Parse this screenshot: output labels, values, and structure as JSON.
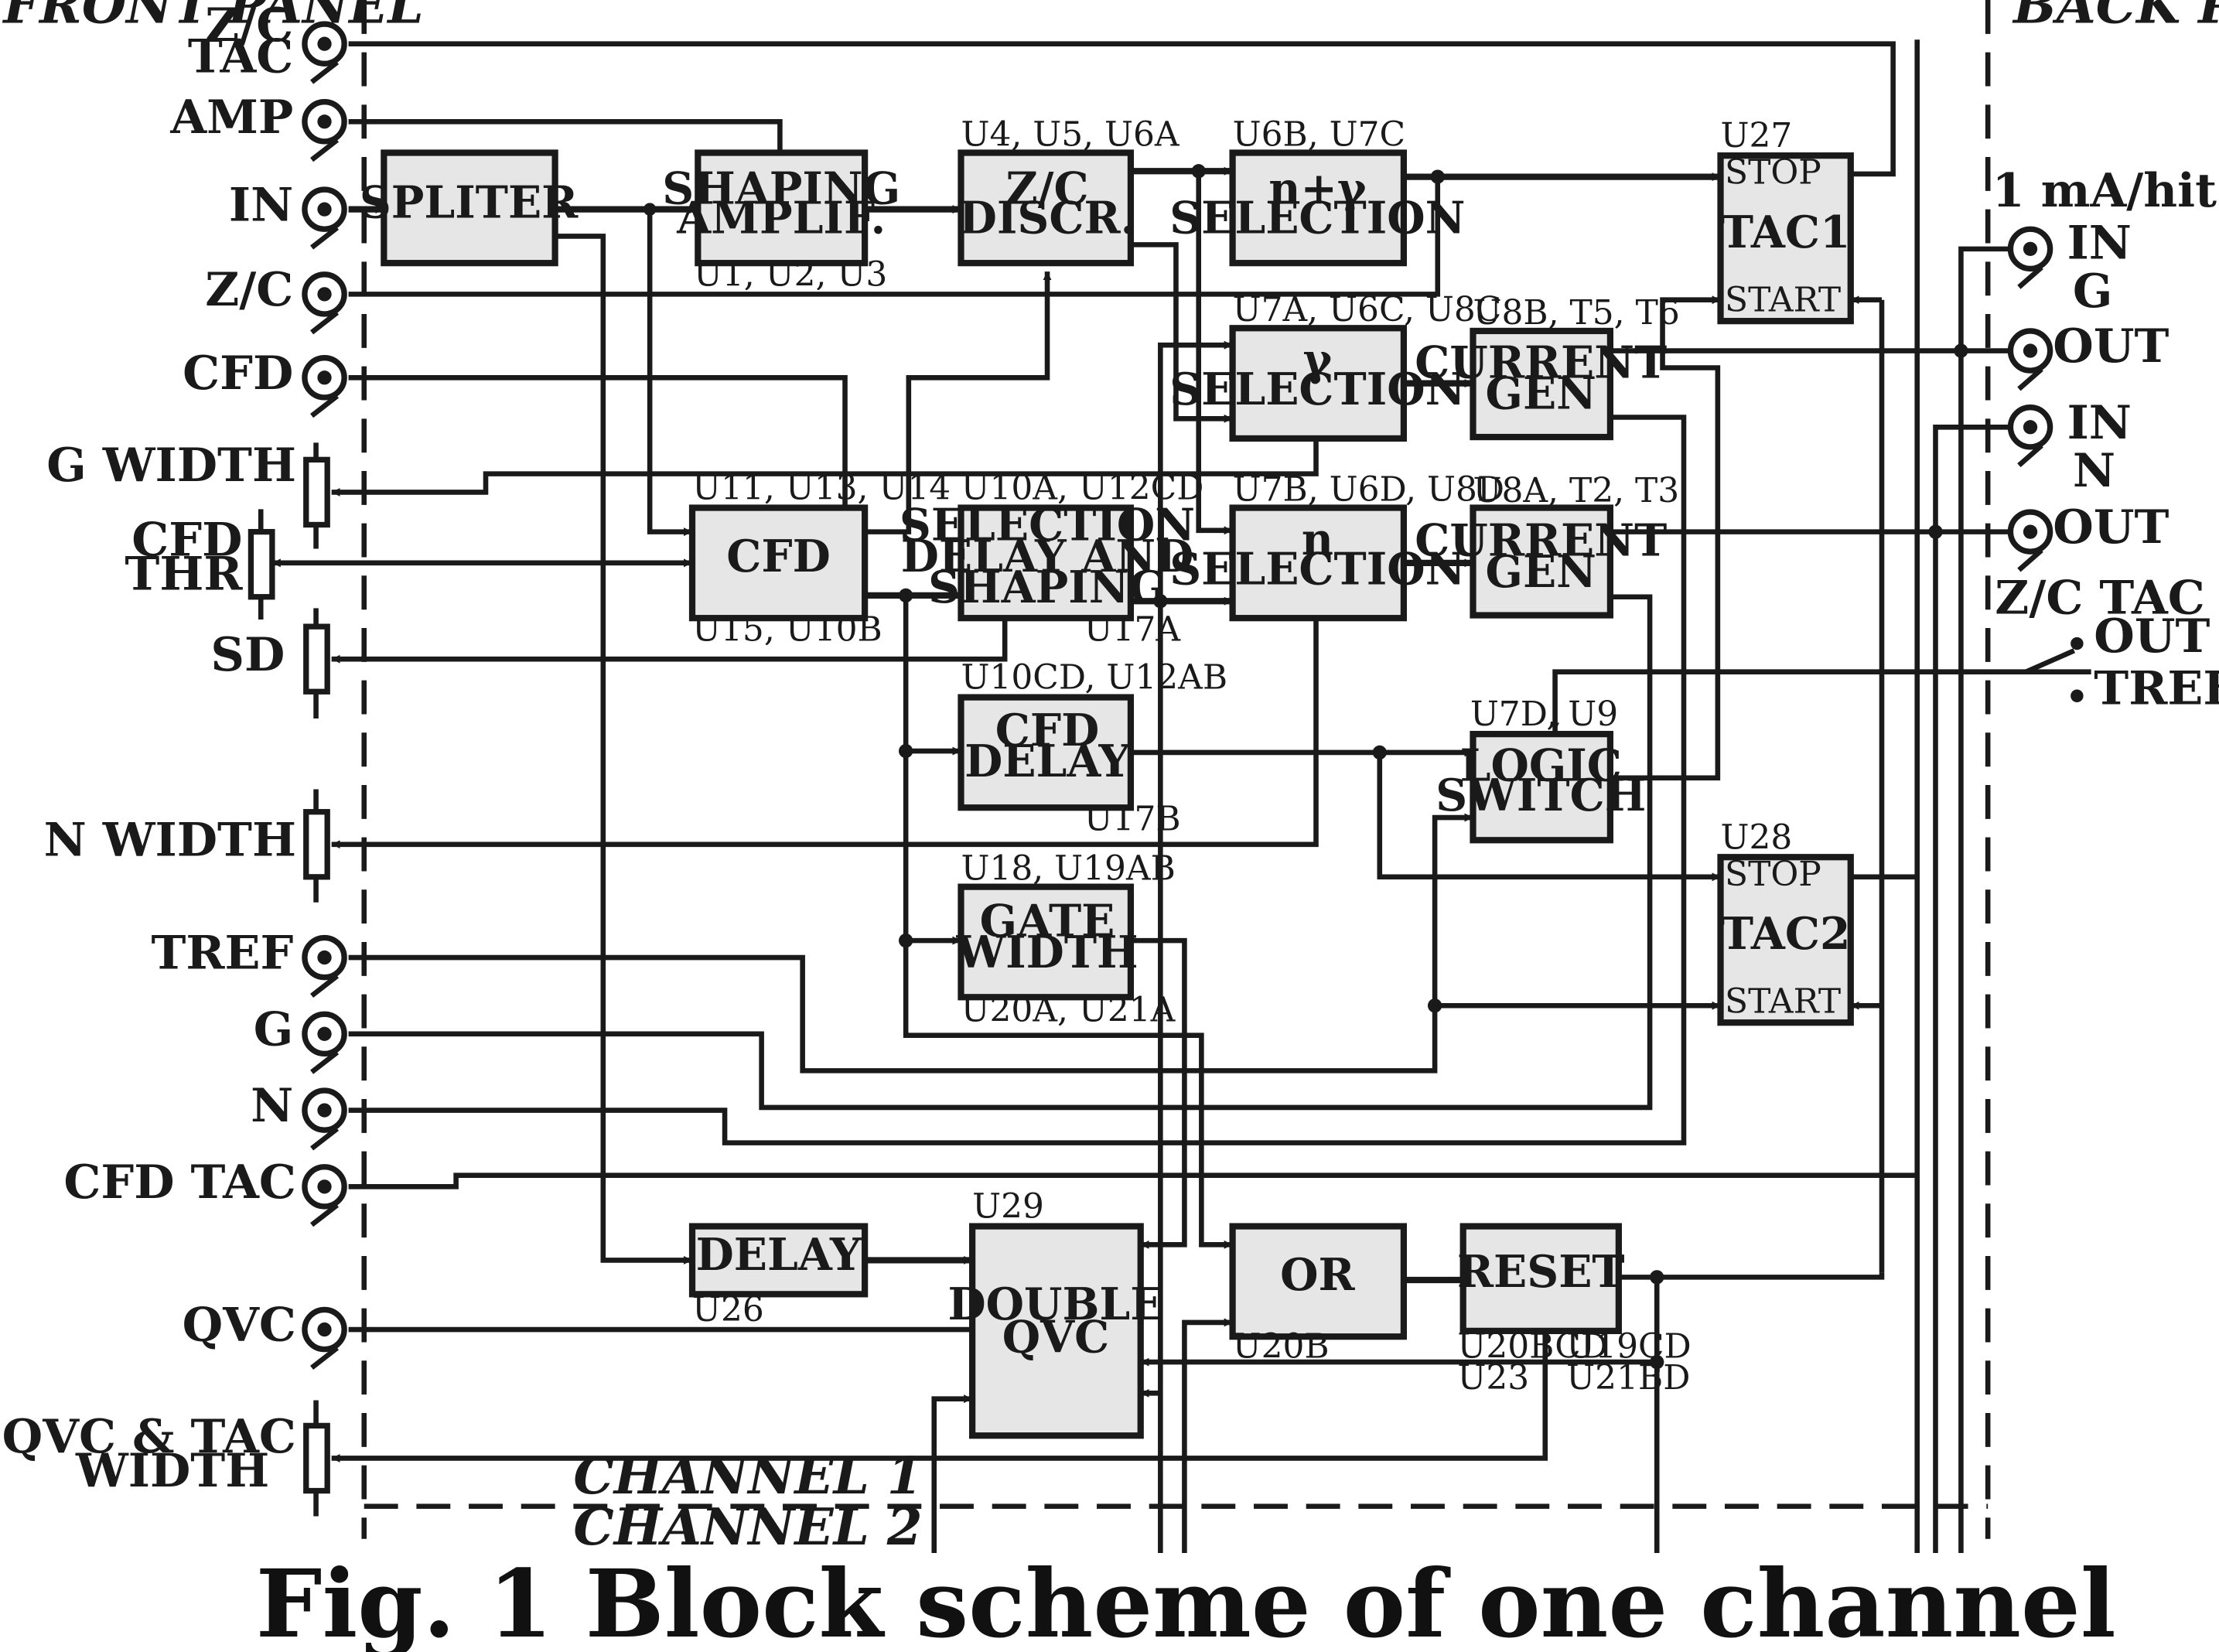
{
  "panels": {
    "front": "FRONT PANEL",
    "back": "BACK PANEL"
  },
  "channels": {
    "ch1": "CHANNEL 1",
    "ch2": "CHANNEL 2"
  },
  "caption": "Fig. 1  Block scheme of one channel",
  "front_connectors": {
    "zc_tac_1": "Z/C",
    "zc_tac_2": "TAC",
    "amp": "AMP",
    "in": "IN",
    "zc": "Z/C",
    "cfd": "CFD",
    "g_width": "G WIDTH",
    "cfd_thr_1": "CFD",
    "cfd_thr_2": "THR",
    "sd": "SD",
    "n_width": "N WIDTH",
    "tref": "TREF",
    "g": "G",
    "n": "N",
    "cfd_tac": "CFD TAC",
    "qvc": "QVC",
    "qvc_tac_width_1": "QVC & TAC",
    "qvc_tac_width_2": "WIDTH"
  },
  "back_connectors": {
    "rate": "1 mA/hit",
    "in_g": "IN",
    "g": "G",
    "out_g": "OUT",
    "in_n": "IN",
    "n": "N",
    "out_n": "OUT",
    "zc_tac_stop": "Z/C TAC STOP",
    "opt_out": "OUT",
    "opt_tref": "TREF"
  },
  "blocks": {
    "spliter": {
      "l1": "SPLITER"
    },
    "shaping": {
      "l1": "SHAPING",
      "l2": "AMPLIF.",
      "ic": "U1, U2, U3"
    },
    "zc_discr": {
      "l1": "Z/C",
      "l2": "DISCR.",
      "ic": "U4, U5, U6A"
    },
    "ny_sel": {
      "l1": "n+γ",
      "l2": "SELECTION",
      "ic": "U6B, U7C"
    },
    "y_sel": {
      "l1": "γ",
      "l2": "SELECTION",
      "ic": "U7A, U6C, U8C"
    },
    "n_sel": {
      "l1": "n",
      "l2": "SELECTION",
      "ic": "U7B, U6D, U8D"
    },
    "cur_gen1": {
      "l1": "CURRENT",
      "l2": "GEN",
      "ic": "U8B, T5, T6"
    },
    "cur_gen2": {
      "l1": "CURRENT",
      "l2": "GEN",
      "ic": "U8A, T2, T3"
    },
    "tac1": {
      "l1": "TAC1",
      "stop": "STOP",
      "start": "START",
      "ic": "U27"
    },
    "tac2": {
      "l1": "TAC2",
      "stop": "STOP",
      "start": "START",
      "ic": "U28"
    },
    "cfd": {
      "l1": "CFD",
      "ic_top": "U11, U13, U14",
      "ic_bot": "U15, U10B"
    },
    "sel_delay": {
      "l1": "SELECTION",
      "l2": "DELAY AND",
      "l3": "SHAPING",
      "ic_top": "U10A, U12CD",
      "ic_bot": "U17A"
    },
    "cfd_delay": {
      "l1": "CFD",
      "l2": "DELAY",
      "ic_top": "U10CD, U12AB",
      "ic_bot": "U17B"
    },
    "gate_width": {
      "l1": "GATE",
      "l2": "WIDTH",
      "ic_top": "U18, U19AB",
      "ic_bot": "U20A, U21A"
    },
    "logic_switch": {
      "l1": "LOGIC",
      "l2": "SWITCH",
      "ic": "U7D, U9"
    },
    "delay": {
      "l1": "DELAY",
      "ic": "U26"
    },
    "double_qvc": {
      "l1": "DOUBLE",
      "l2": "QVC",
      "ic": "U29"
    },
    "or": {
      "l1": "OR",
      "ic": "U20B"
    },
    "reset": {
      "l1": "RESET",
      "ic_a": "U20BCD",
      "ic_b": "U23",
      "ic_c": "U19CD",
      "ic_d": "U21BD"
    }
  }
}
